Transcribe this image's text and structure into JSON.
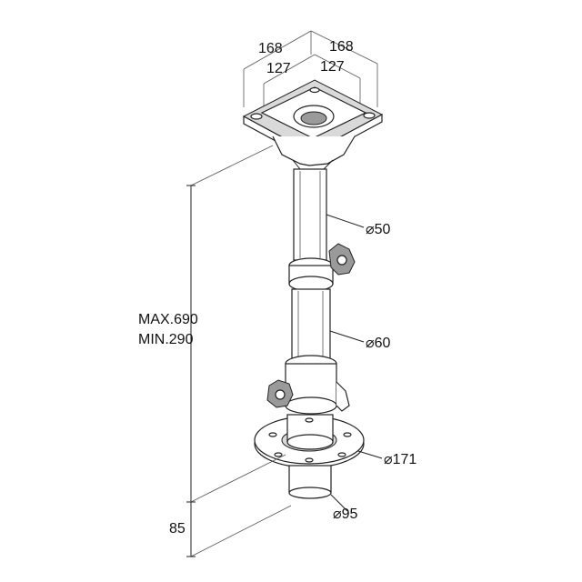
{
  "dimensions": {
    "top_left_outer": "168",
    "top_left_inner": "127",
    "top_right_outer": "168",
    "top_right_inner": "127",
    "upper_tube_dia": "⌀50",
    "middle_tube_dia": "⌀60",
    "flange_dia": "⌀171",
    "bottom_spigot_dia": "⌀95",
    "height_max": "MAX.690",
    "height_min": "MIN.290",
    "bottom_offset": "85"
  },
  "colors": {
    "line": "#222222",
    "shade": "#d9d9d9",
    "background": "#ffffff"
  }
}
